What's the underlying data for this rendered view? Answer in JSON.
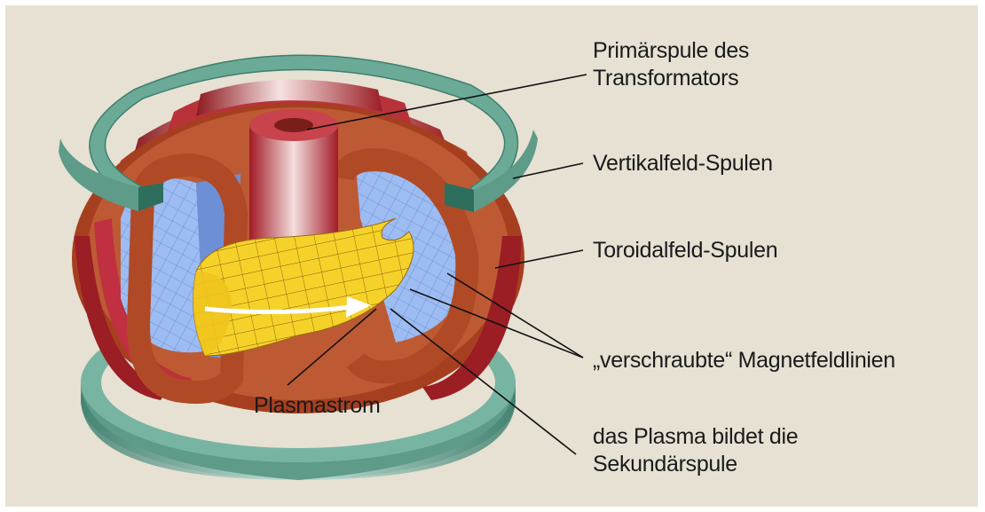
{
  "labels": {
    "primary_coil": [
      "Primärspule des",
      "Transformators"
    ],
    "vertical_coils": "Vertikalfeld-Spulen",
    "toroidal_coils": "Toroidalfeld-Spulen",
    "field_lines": "„verschraubte“ Magnetfeldlinien",
    "plasma_current": "Plasmastrom",
    "secondary": [
      "das Plasma bildet die",
      "Sekundärspule"
    ]
  },
  "colors": {
    "background": "#e6e1d3",
    "ring": "#6aaa97",
    "toroidal_coil": "#b04a26",
    "toroidal_coil_highlight": "#f1d6d6",
    "central_solenoid": "#b0212c",
    "vessel": "#8fb3ef",
    "plasma": "#f3cd1d",
    "arrow": "#ffffff",
    "leader_line": "#111111"
  }
}
